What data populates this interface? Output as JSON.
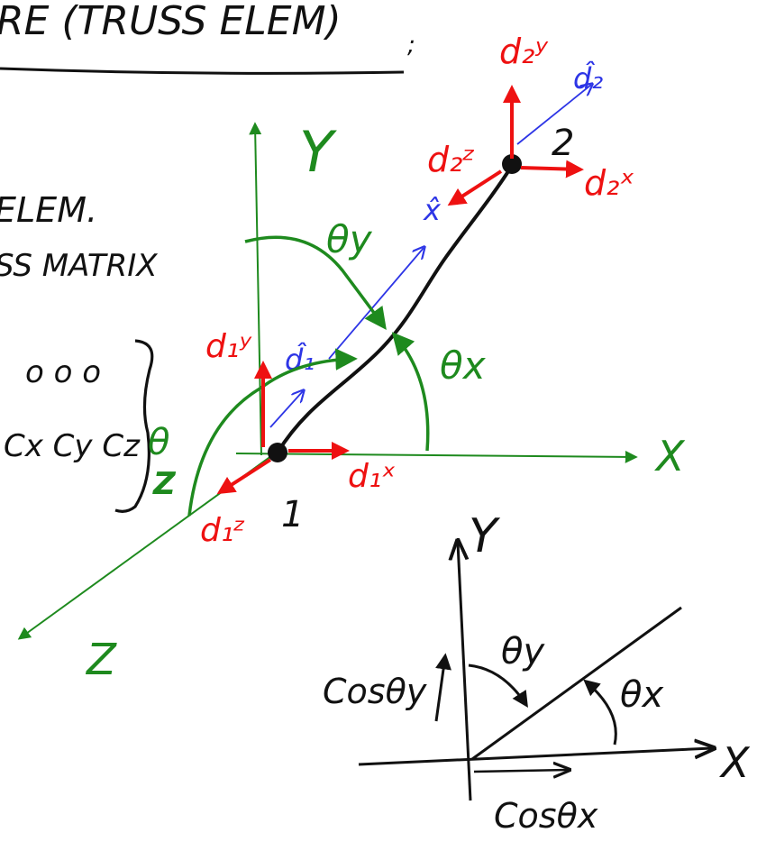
{
  "colors": {
    "ink": "#111111",
    "axes": "#1e8a1e",
    "dof": "#ee1111",
    "local": "#2d35e6",
    "background": "#ffffff"
  },
  "header": {
    "title_fragment": "RE (TRUSS ELEM)",
    "trailing_colon": ";"
  },
  "left_notes": {
    "line1": "ELEM.",
    "line2": "SS MATRIX",
    "matrix_row1": "o   o   o",
    "matrix_row2": "Cx Cy Cz",
    "theta_note": "θ",
    "z_note": "Z"
  },
  "main_diagram": {
    "axis_x": "X",
    "axis_y": "Y",
    "axis_z": "Z",
    "node1": "1",
    "node2": "2",
    "d1x": "d₁ˣ",
    "d1y": "d₁ʸ",
    "d1z": "d₁ᶻ",
    "d2x": "d₂ˣ",
    "d2y": "d₂ʸ",
    "d2z": "d₂ᶻ",
    "d1_hat": "d̂₁",
    "d2_hat": "d̂₂",
    "local_x_hat": "x̂",
    "theta_x": "θx",
    "theta_y": "θy"
  },
  "small_diagram": {
    "axis_x": "X",
    "axis_y": "Y",
    "theta_x": "θx",
    "theta_y": "θy",
    "cos_theta_x": "Cosθx",
    "cos_theta_y": "Cosθy"
  }
}
